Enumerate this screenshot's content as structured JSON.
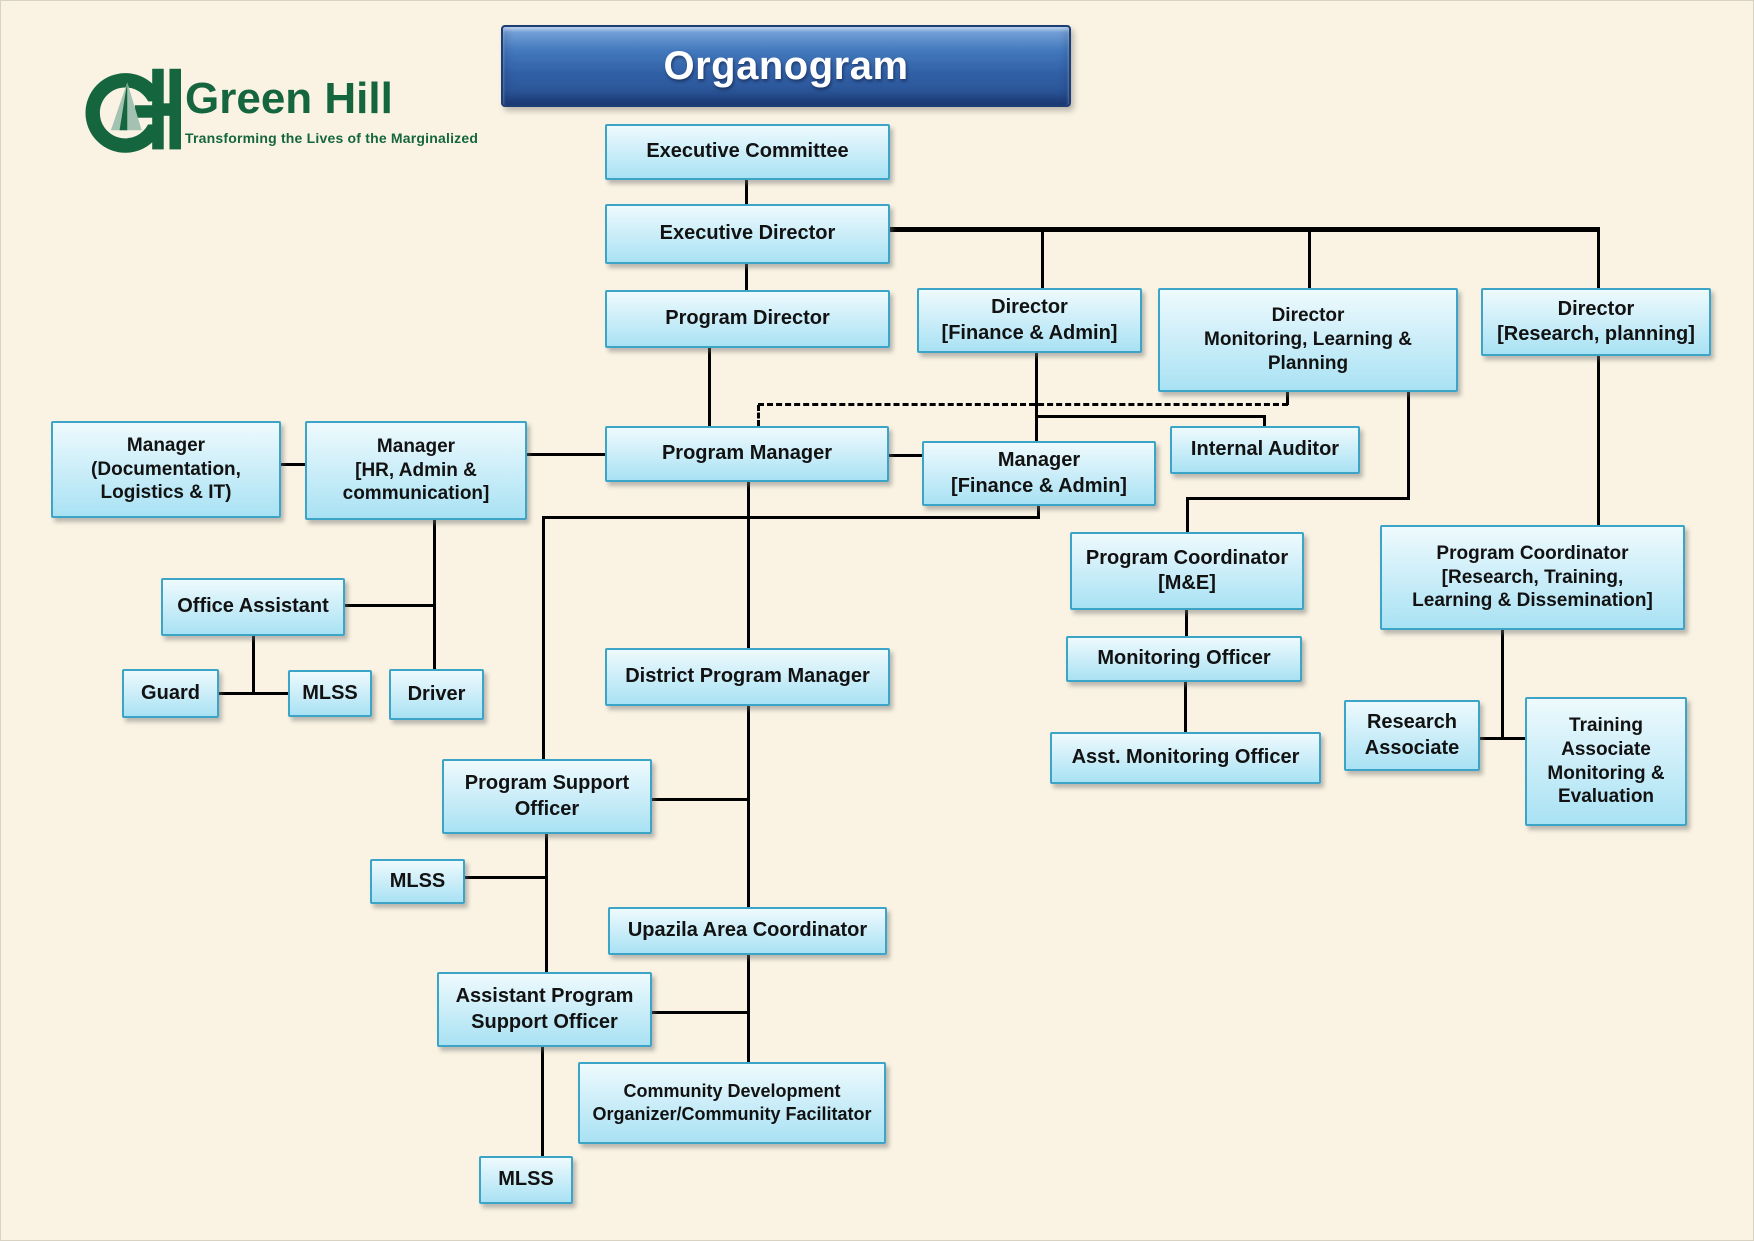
{
  "colors": {
    "page_bg": "#faf3e3",
    "node_fill_top": "#eefafd",
    "node_fill_bottom": "#a9e2f3",
    "node_border": "#3ba4c7",
    "connector": "#000000",
    "banner_top": "#7fa9dd",
    "banner_bottom": "#27508f",
    "banner_border": "#1c3e75",
    "logo_green": "#15663f"
  },
  "logo": {
    "name": "Green Hill",
    "tagline": "Transforming the Lives of the Marginalized"
  },
  "title": {
    "text": "Organogram"
  },
  "nodes": {
    "executive_committee": "Executive Committee",
    "executive_director": "Executive Director",
    "program_director": "Program Director",
    "director_finance_admin": "Director\n[Finance & Admin]",
    "director_mlp": "Director\nMonitoring, Learning &\nPlanning",
    "director_research_planning": "Director\n[Research, planning]",
    "manager_documentation": "Manager\n(Documentation,\nLogistics & IT)",
    "manager_hr": "Manager\n[HR, Admin &\ncommunication]",
    "program_manager": "Program Manager",
    "manager_finance_admin": "Manager\n[Finance & Admin]",
    "internal_auditor": "Internal Auditor",
    "office_assistant": "Office Assistant",
    "guard": "Guard",
    "mlss_admin": "MLSS",
    "driver": "Driver",
    "district_program_manager": "District Program Manager",
    "program_coordinator_me": "Program Coordinator\n[M&E]",
    "monitoring_officer": "Monitoring Officer",
    "asst_monitoring_officer": "Asst. Monitoring Officer",
    "program_coordinator_rtld": "Program Coordinator\n[Research, Training,\nLearning & Dissemination]",
    "research_associate": "Research\nAssociate",
    "training_associate_me": "Training\nAssociate\nMonitoring &\nEvaluation",
    "program_support_officer": "Program Support\nOfficer",
    "mlss_pso": "MLSS",
    "upazila_area_coordinator": "Upazila Area Coordinator",
    "assistant_program_support_officer": "Assistant Program\nSupport Officer",
    "community_development_organizer": "Community Development\nOrganizer/Community Facilitator",
    "mlss_bottom": "MLSS"
  }
}
